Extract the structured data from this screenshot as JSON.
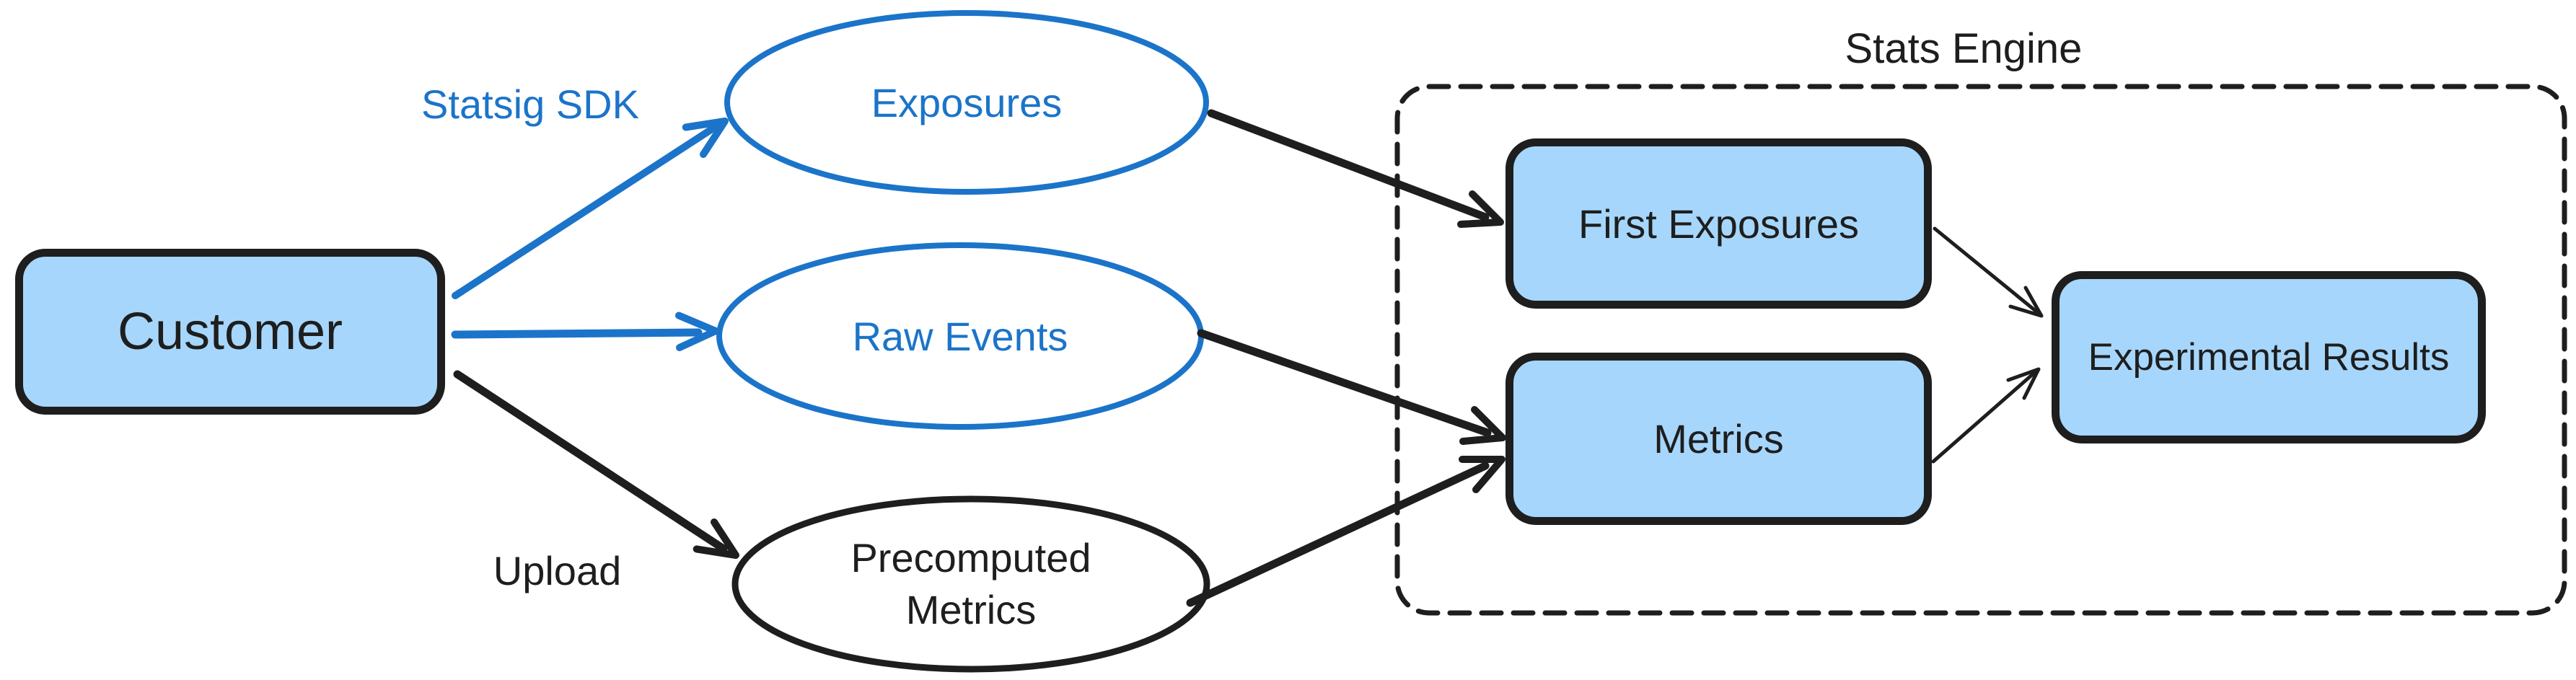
{
  "diagram": {
    "type": "flowchart",
    "group": {
      "label": "Stats Engine"
    },
    "nodes": {
      "customer": {
        "label": "Customer",
        "shape": "rectangle",
        "fill": "#a6d6fb",
        "stroke": "#1e1e1e"
      },
      "exposures": {
        "label": "Exposures",
        "shape": "ellipse",
        "fill": "#ffffff",
        "stroke": "#1b74c9"
      },
      "raw_events": {
        "label": "Raw Events",
        "shape": "ellipse",
        "fill": "#ffffff",
        "stroke": "#1b74c9"
      },
      "precomputed_metrics": {
        "label": "Precomputed Metrics",
        "line1": "Precomputed",
        "line2": "Metrics",
        "shape": "ellipse",
        "fill": "#ffffff",
        "stroke": "#1e1e1e"
      },
      "first_exposures": {
        "label": "First Exposures",
        "shape": "rectangle",
        "fill": "#a6d6fb",
        "stroke": "#1e1e1e",
        "group": "Stats Engine"
      },
      "metrics": {
        "label": "Metrics",
        "shape": "rectangle",
        "fill": "#a6d6fb",
        "stroke": "#1e1e1e",
        "group": "Stats Engine"
      },
      "experimental_results": {
        "label": "Experimental Results",
        "shape": "rectangle",
        "fill": "#a6d6fb",
        "stroke": "#1e1e1e",
        "group": "Stats Engine"
      }
    },
    "edge_labels": {
      "statsig_sdk": "Statsig SDK",
      "upload": "Upload"
    },
    "edges": [
      {
        "from": "Customer",
        "to": "Exposures",
        "label": "Statsig SDK",
        "color": "#1b74c9",
        "weight": "thick"
      },
      {
        "from": "Customer",
        "to": "Raw Events",
        "label": "",
        "color": "#1b74c9",
        "weight": "thick"
      },
      {
        "from": "Customer",
        "to": "Precomputed Metrics",
        "label": "Upload",
        "color": "#1e1e1e",
        "weight": "thick"
      },
      {
        "from": "Exposures",
        "to": "First Exposures",
        "label": "",
        "color": "#1e1e1e",
        "weight": "thick"
      },
      {
        "from": "Raw Events",
        "to": "Metrics",
        "label": "",
        "color": "#1e1e1e",
        "weight": "thick"
      },
      {
        "from": "Precomputed Metrics",
        "to": "Metrics",
        "label": "",
        "color": "#1e1e1e",
        "weight": "thick"
      },
      {
        "from": "First Exposures",
        "to": "Experimental Results",
        "label": "",
        "color": "#1e1e1e",
        "weight": "thin"
      },
      {
        "from": "Metrics",
        "to": "Experimental Results",
        "label": "",
        "color": "#1e1e1e",
        "weight": "thin"
      }
    ],
    "colors": {
      "accent_blue": "#1b74c9",
      "ink": "#1e1e1e",
      "node_fill": "#a6d6fb",
      "background": "#ffffff"
    }
  }
}
